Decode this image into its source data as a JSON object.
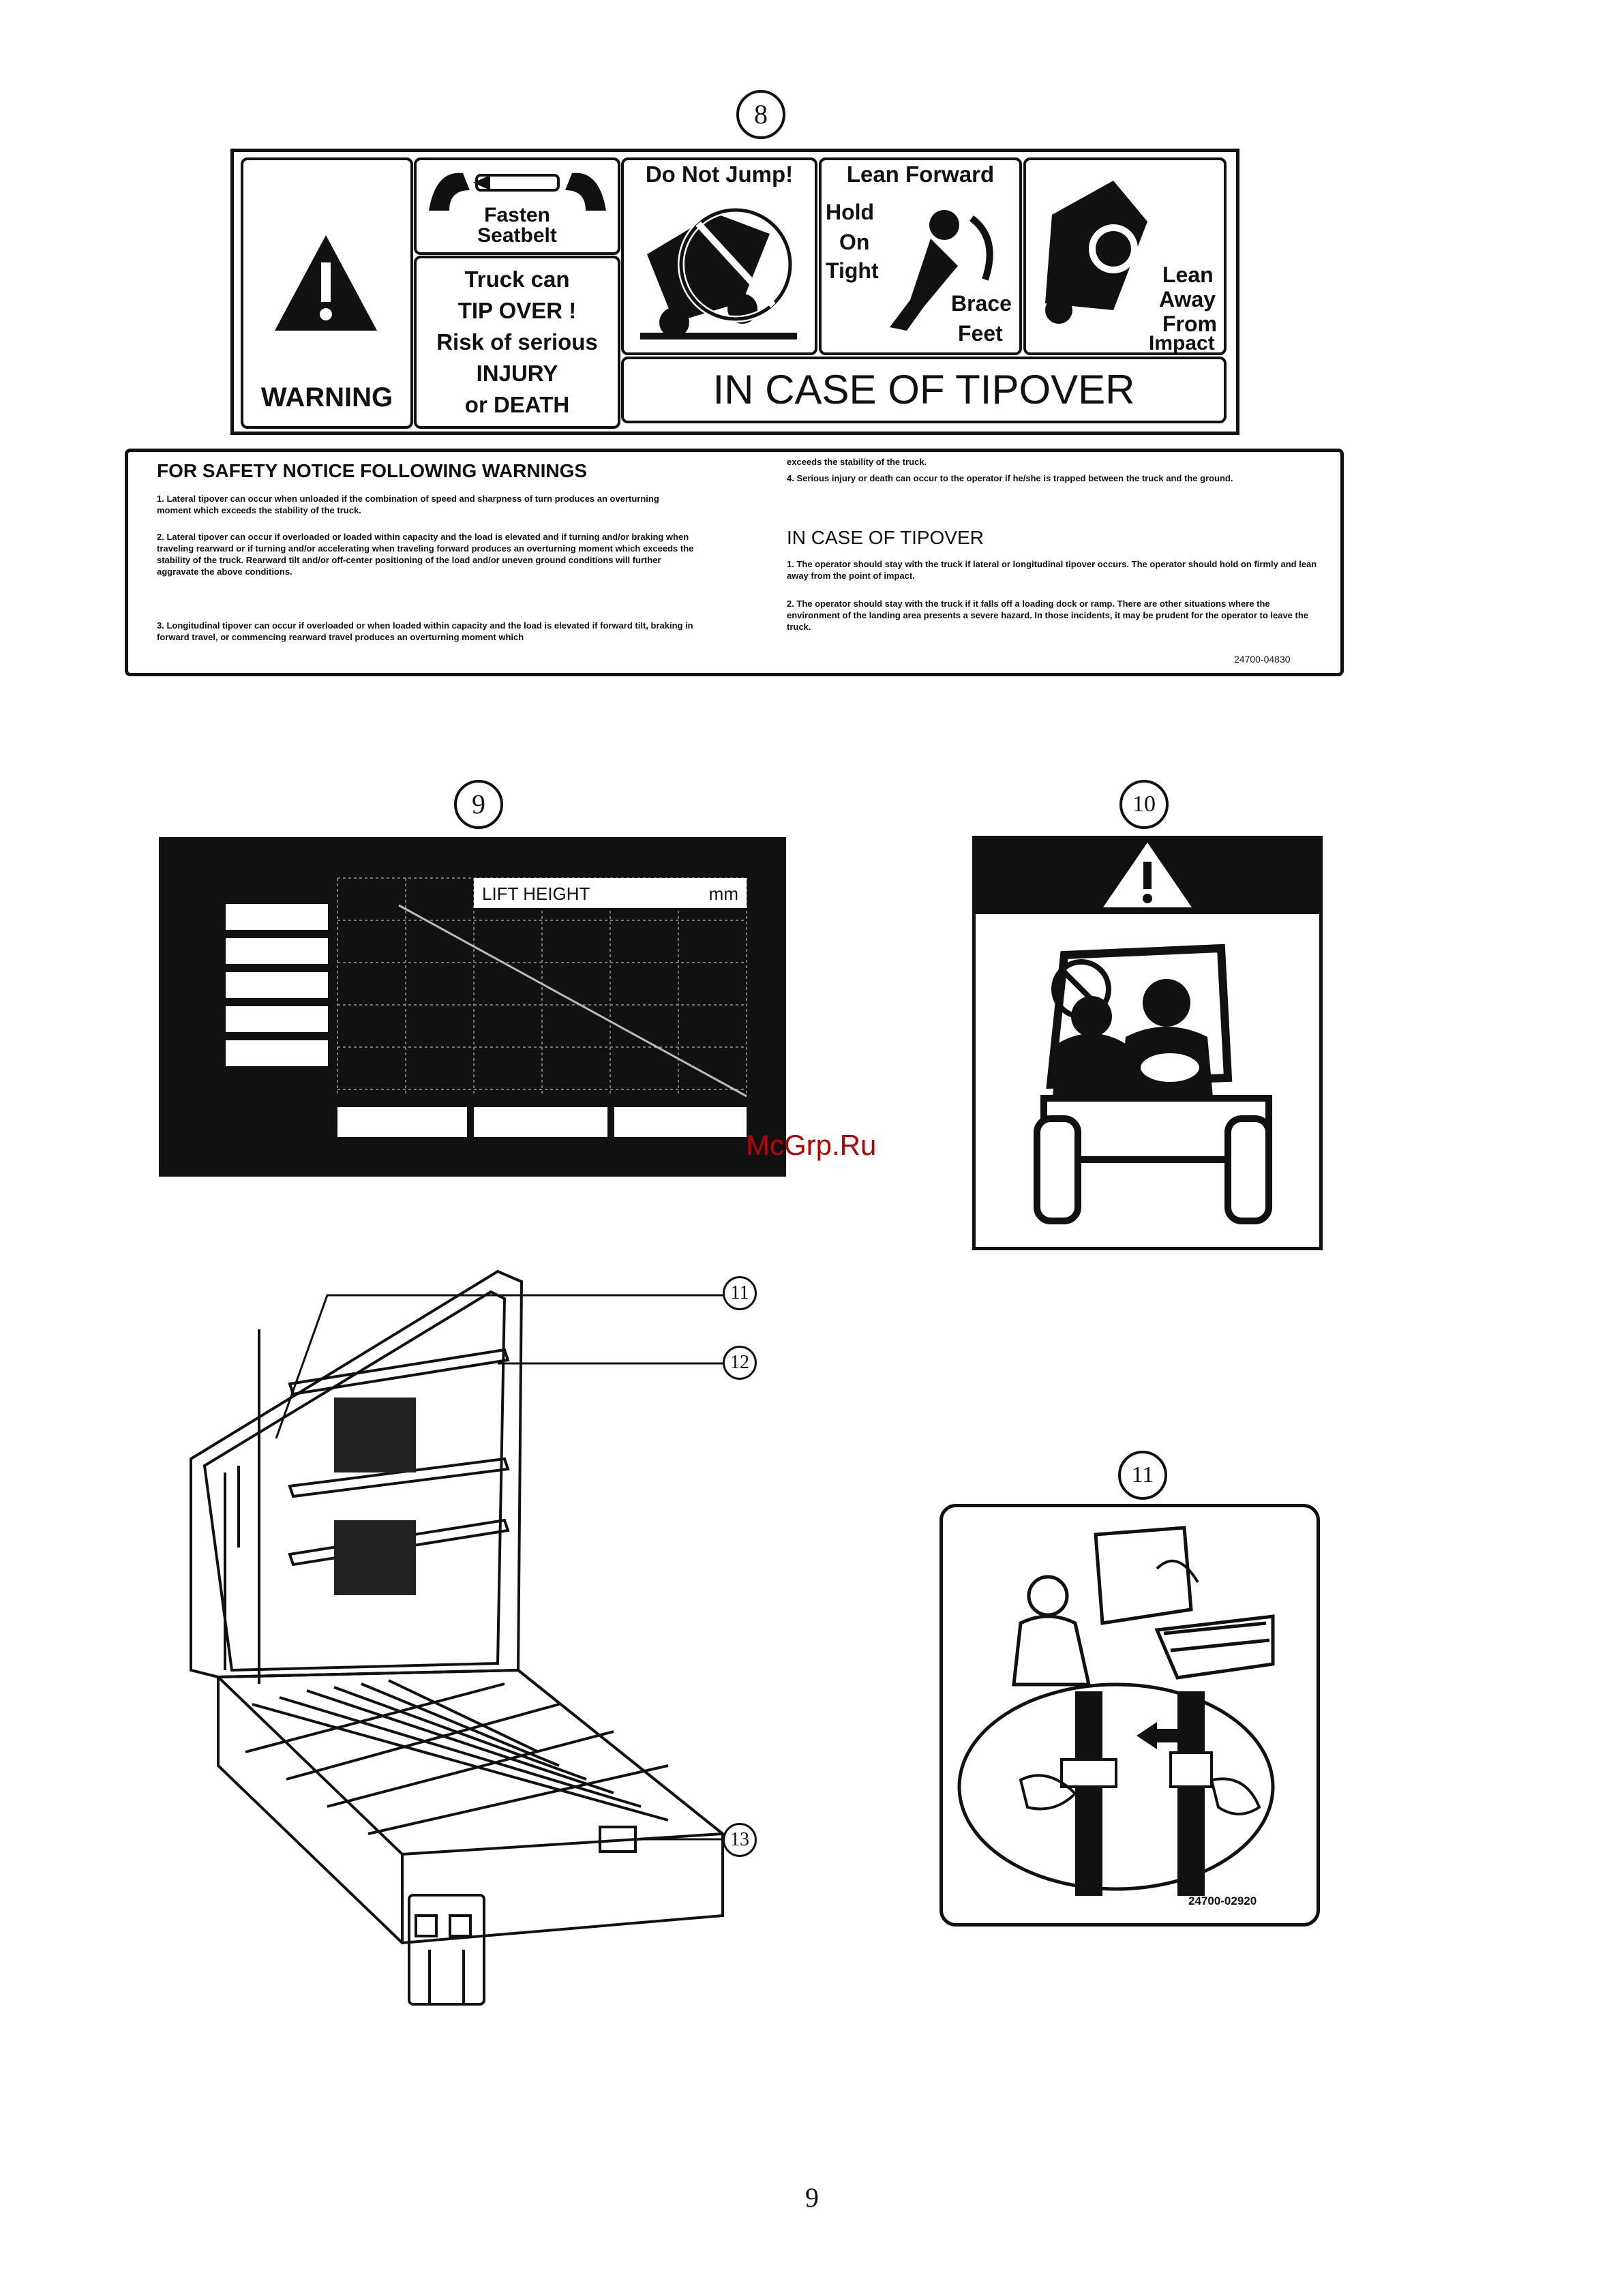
{
  "label8": {
    "number": "8",
    "warning_title": "WARNING",
    "fasten": [
      "Fasten",
      "Seatbelt"
    ],
    "truck_can": [
      "Truck can",
      "TIP OVER !",
      "Risk of serious",
      "INJURY",
      "or DEATH"
    ],
    "do_not_jump": "Do Not Jump!",
    "lean_forward": "Lean Forward",
    "hold_on_tight": [
      "Hold",
      "On",
      "Tight"
    ],
    "brace_feet": [
      "Brace",
      "Feet"
    ],
    "lean_away": [
      "Lean",
      "Away",
      "From",
      "Impact"
    ],
    "in_case": "IN CASE OF TIPOVER"
  },
  "safety_notice": {
    "heading": "FOR SAFETY NOTICE FOLLOWING WARNINGS",
    "items_left": [
      "1. Lateral tipover can occur when unloaded if the combination of speed and sharpness of turn produces an overturning moment which exceeds the stability of the truck.",
      "2. Lateral tipover can occur if overloaded or loaded within capacity and the load is elevated and if turning and/or braking when traveling rearward or if turning and/or accelerating when traveling forward produces an overturning moment which exceeds the stability of the truck. Rearward tilt and/or off-center positioning of the load and/or uneven ground conditions will further aggravate the above conditions.",
      "3. Longitudinal tipover can occur if overloaded or when loaded within capacity and the load is elevated if forward tilt, braking in forward travel, or commencing rearward travel produces an overturning moment which"
    ],
    "items_right": [
      "exceeds the stability of the truck.",
      "4. Serious injury or death can occur to the operator if he/she is trapped between the truck and the ground."
    ],
    "tipover_heading": "IN CASE OF TIPOVER",
    "tipover_items": [
      "1. The operator should stay with the truck if lateral or longitudinal tipover occurs. The operator should hold on firmly and lean away from the point of impact.",
      "2. The operator should stay with the truck if it falls off a loading dock or ramp. There are other situations where the environment of the landing area presents a severe hazard. In those incidents, it may be prudent for the operator to leave the truck."
    ],
    "part_no": "24700-04830"
  },
  "label9": {
    "number": "9",
    "lift_height": "LIFT HEIGHT",
    "unit": "mm"
  },
  "label10": {
    "number": "10"
  },
  "battery": {
    "callout11": "11",
    "callout12": "12",
    "callout13": "13"
  },
  "label11": {
    "number": "11",
    "part_no": "24700-02920"
  },
  "watermark": "McGrp.Ru",
  "page_number": "9"
}
